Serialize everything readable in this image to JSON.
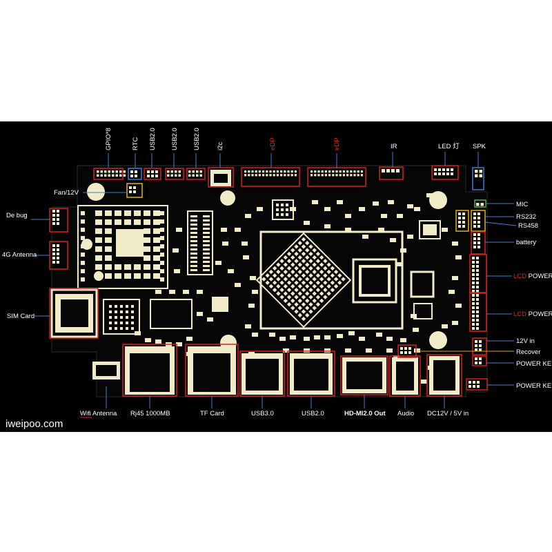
{
  "brand": "iweipoo.com",
  "top_labels": {
    "gpio": "GPIO*8",
    "rtc": "RTC",
    "usb2_a": "USB2.0",
    "usb2_b": "USB2.0",
    "usb2_c": "USB2.0",
    "i2c": "i2c",
    "edp_a": "eDP",
    "edp_b": "eDP",
    "ir": "IR",
    "led": "LED 灯",
    "spk": "SPK"
  },
  "left_labels": {
    "fan": "Fan/12V",
    "debug": "De bug",
    "antenna_4g": "4G Antenna",
    "sim": "SIM Card"
  },
  "right_labels": {
    "mic": "MIC",
    "rs232": "RS232",
    "rs458": "RS458",
    "battery": "battery",
    "lcd_power_1_prefix": "LCD",
    "lcd_power_1_suffix": " POWER",
    "lcd_power_2_prefix": "LCD",
    "lcd_power_2_suffix": " POWER",
    "in_12v": "12V in",
    "recover": "Recover",
    "power_key_1": "POWER KEY",
    "power_key_2": "POWER KEY"
  },
  "bottom_labels": {
    "wifi": "Wifi  Antenna",
    "rj45": "Rj45 1000MB",
    "tf": "TF Card",
    "usb3": "USB3.0",
    "usb2": "USB2.0",
    "hdmi": "HD-MI2.0 Out",
    "audio": "Audio",
    "dc": "DC12V / 5V in"
  },
  "colors": {
    "background": "#000000",
    "board": "#060606",
    "component": "#f2ebc8",
    "highlight_red": "#d81e1e",
    "highlight_blue": "#3f7fd8",
    "highlight_yellow": "#e0b020",
    "highlight_green": "#4caf50",
    "label_red": "#e8251e",
    "label_white": "#ffffff"
  }
}
